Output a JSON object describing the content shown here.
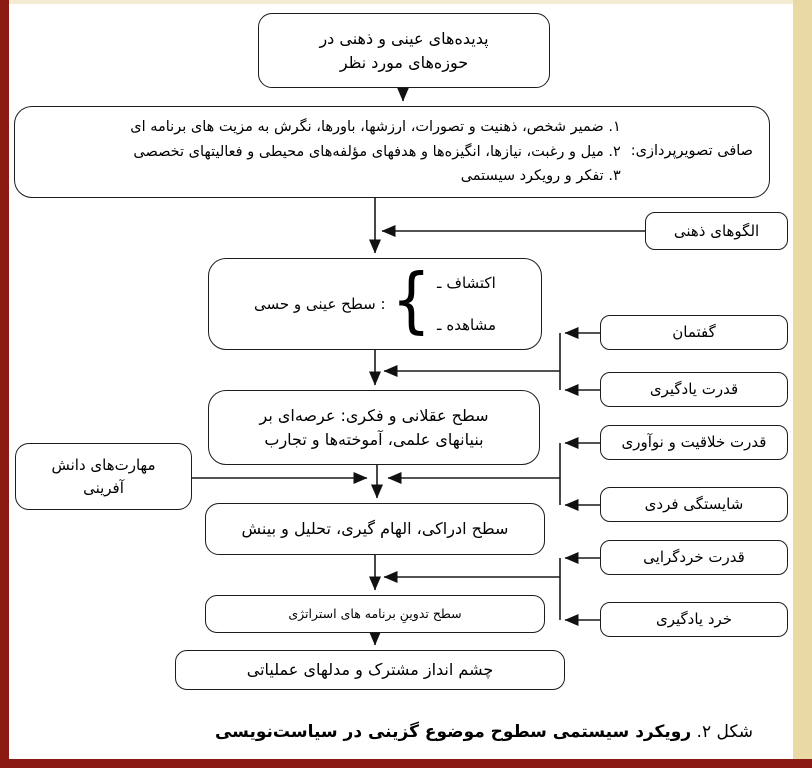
{
  "diagram": {
    "phenomena": "پدیده‌های عینی و ذهنی در\nحوزه‌های مورد نظر",
    "filter": {
      "label": "صافی تصویرپردازی:",
      "items": [
        "۱. ضمیر شخص، ذهنیت و تصورات، ارزشها، باورها، نگرش به مزیت های برنامه ای",
        "۲. میل و رغبت، نیازها، انگیزه‌ها و هدفهای مؤلفه‌های محیطی و فعالیتهای تخصصی",
        "۳. تفکر و رویکرد سیستمی"
      ]
    },
    "mental_patterns": "الگوهای ذهنی",
    "sensory": {
      "label": "سطح عینی و حسی :",
      "brace": "{",
      "dash": "ـ",
      "items": [
        "اکتشاف",
        "مشاهده"
      ]
    },
    "rational": "سطح عقلانی و فکری: عرصه‌ای بر\nبنیانهای علمی، آموخته‌ها و تجارب",
    "knowledge_skills": "مهارت‌های دانش\nآفرینی",
    "perceptual": "سطح ادراکی، الهام گیری، تحلیل و بینش",
    "strategy": "سطح تدوینِ برنامه های استراتژی",
    "shared_vision": "چشم انداز مشترک و مدلهای عملیاتی",
    "side_boxes": {
      "discourse": "گفتمان",
      "learning_power": "قدرت یادگیری",
      "creativity": "قدرت خلاقیت و نوآوری",
      "competence": "شایستگی فردی",
      "rationalism": "قدرت خردگرایی",
      "learning_wisdom": "خرد یادگیری"
    },
    "caption": {
      "prefix": "شکل ۲.",
      "text": "رویکرد سیستمی سطوح موضوع گزینی در سیاست‌نویسی"
    }
  },
  "colors": {
    "frame_red": "#8a1a12",
    "frame_tan": "#e9d9a4",
    "frame_cream": "#f4ecd2",
    "line": "#1a1a1a"
  }
}
